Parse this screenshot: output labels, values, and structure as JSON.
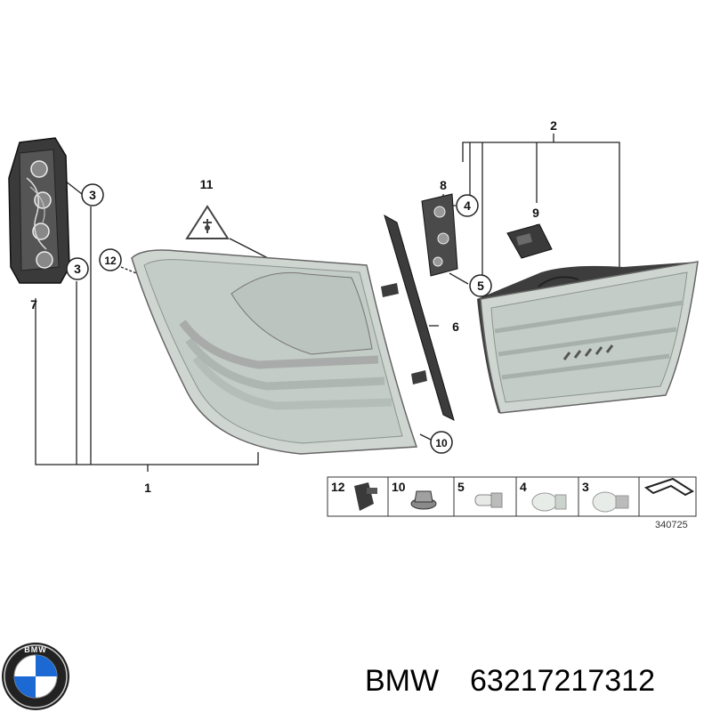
{
  "callouts": {
    "c1": "1",
    "c2": "2",
    "c3a": "3",
    "c3b": "3",
    "c4": "4",
    "c5": "5",
    "c6": "6",
    "c7": "7",
    "c8": "8",
    "c9": "9",
    "c10": "10",
    "c11": "11",
    "c12": "12"
  },
  "legend": {
    "items": [
      {
        "number": "12",
        "part": "clip"
      },
      {
        "number": "10",
        "part": "nut"
      },
      {
        "number": "5",
        "part": "bulb-small"
      },
      {
        "number": "4",
        "part": "bulb-wedge"
      },
      {
        "number": "3",
        "part": "bulb-bayonet"
      }
    ]
  },
  "reference_number": "340725",
  "footer": {
    "brand": "BMW",
    "part_number": "63217217312",
    "logo_text": "BMW"
  },
  "colors": {
    "lens_gray": "#cfd6d1",
    "dark_part": "#4a4a4a",
    "line": "#222222",
    "bmw_blue": "#1c69d4"
  },
  "icons": [
    "warning-triangle-icon",
    "arrow-icon",
    "bmw-logo-icon"
  ]
}
